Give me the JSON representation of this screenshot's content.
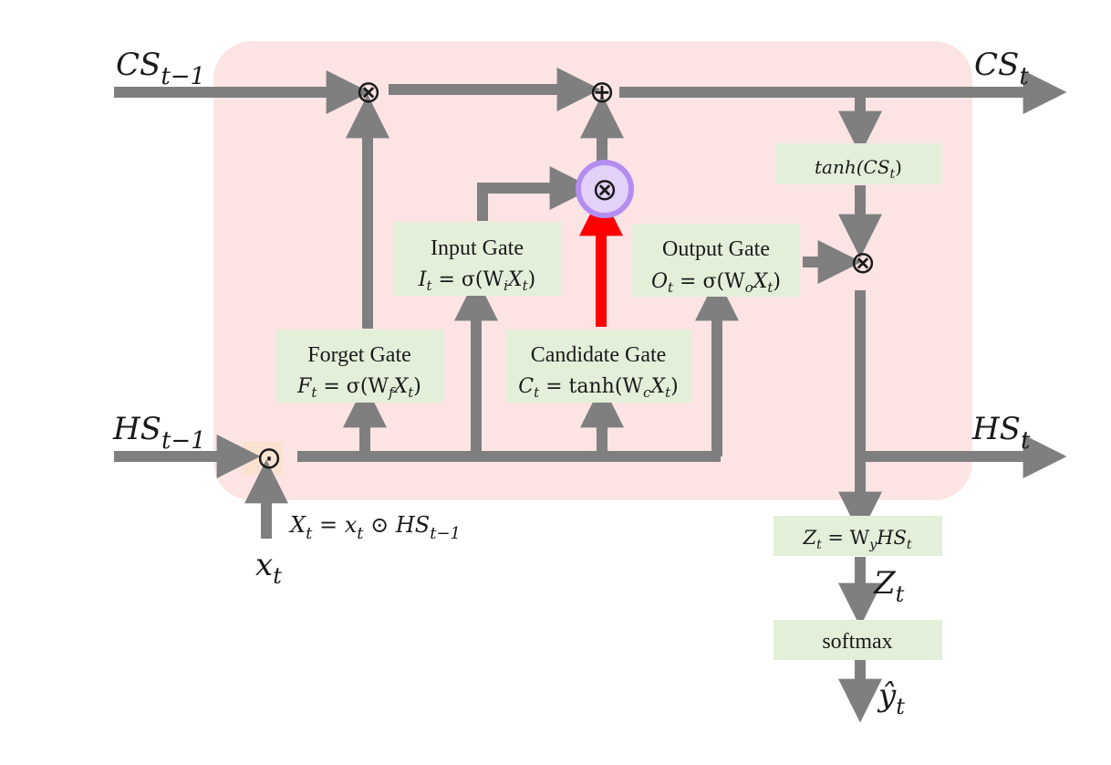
{
  "labels": {
    "cs_prev": "CS",
    "cs_prev_sub": "t−1",
    "cs_next": "CS",
    "cs_next_sub": "t",
    "hs_prev": "HS",
    "hs_prev_sub": "t−1",
    "hs_next": "HS",
    "hs_next_sub": "t",
    "x_input": "x",
    "x_input_sub": "t",
    "x_eq": "X",
    "x_eq_sub": "t",
    "x_eq_rhs": " = x",
    "x_eq_rhs_sub": "t",
    "x_eq_op": " ⊙ HS",
    "x_eq_op_sub": "t−1",
    "z_out": "Z",
    "z_out_sub": "t",
    "y_hat": "ŷ",
    "y_hat_sub": "t"
  },
  "gates": {
    "forget": {
      "title": "Forget Gate",
      "lhs": "F",
      "lhs_sub": "t",
      "rhs": " = σ(W",
      "rhs_sub": "f",
      "rhs_end": "X",
      "rhs_end_sub": "t",
      "close": ")"
    },
    "input": {
      "title": "Input Gate",
      "lhs": "I",
      "lhs_sub": "t",
      "rhs": " = σ(W",
      "rhs_sub": "i",
      "rhs_end": "X",
      "rhs_end_sub": "t",
      "close": ")"
    },
    "candidate": {
      "title": "Candidate Gate",
      "lhs": "C",
      "lhs_sub": "t",
      "rhs": " = tanh(W",
      "rhs_sub": "c",
      "rhs_end": "X",
      "rhs_end_sub": "t",
      "close": ")"
    },
    "output": {
      "title": "Output Gate",
      "lhs": "O",
      "lhs_sub": "t",
      "rhs": " = σ(W",
      "rhs_sub": "o",
      "rhs_end": "X",
      "rhs_end_sub": "t",
      "close": ")"
    }
  },
  "boxes": {
    "tanh_cs": {
      "text": "tanh(CS",
      "sub": "t",
      "close": ")"
    },
    "z_eq": {
      "lhs": "Z",
      "lhs_sub": "t",
      "rhs": " = W",
      "rhs_sub": "y",
      "rhs_end": "HS",
      "rhs_end_sub": "t"
    },
    "softmax": "softmax"
  },
  "operators": {
    "multiply": "⊗",
    "add": "⊕",
    "hadamard": "⊙"
  },
  "colors": {
    "cell_background": "#fde4e4",
    "gate_box": "#e3efd9",
    "arrow": "#7f7f7f",
    "highlight_arrow": "#ff0000",
    "highlight_ring": "#b38ef0",
    "highlight_fill": "#e2d2f8",
    "input_square": "#fbe2d0"
  }
}
